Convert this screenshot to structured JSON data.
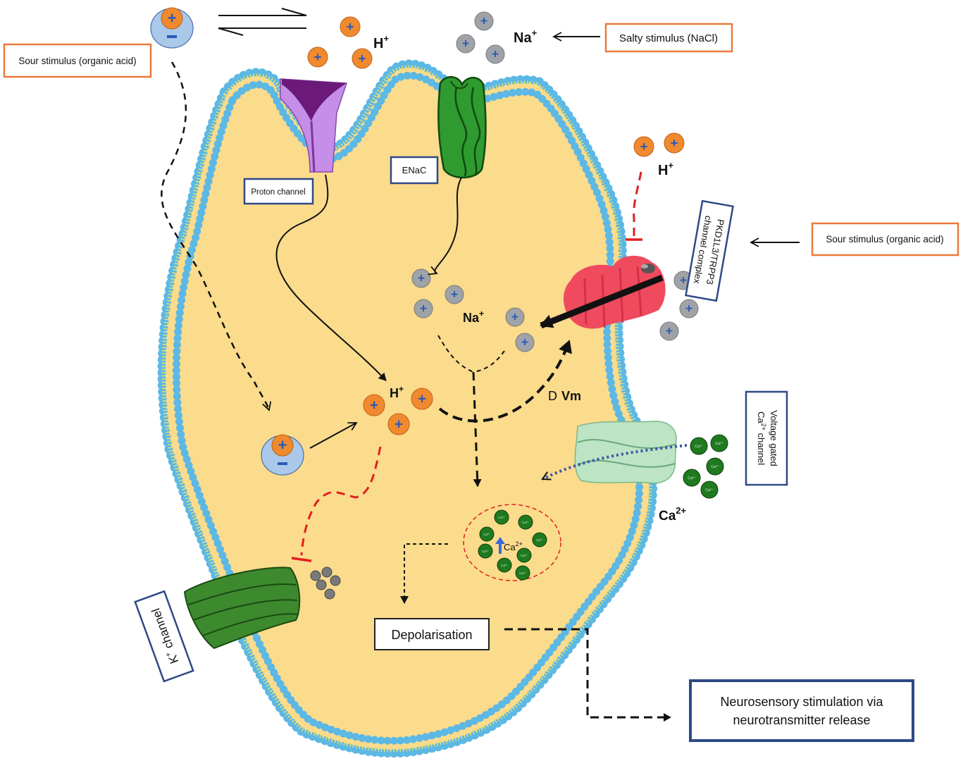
{
  "labels": {
    "sour_stimulus_left": "Sour stimulus (organic acid)",
    "sour_stimulus_right": "Sour stimulus (organic acid)",
    "salty_stimulus": "Salty stimulus (NaCl)",
    "proton_channel": "Proton channel",
    "enac": "ENaC",
    "pkd_line1": "PKD1L3/TRPP3",
    "pkd_line2": "channel complex",
    "vgcc_line1": "Voltage gated",
    "vgcc_line2_pre": "Ca",
    "vgcc_line2_sup": "2+",
    "vgcc_line2_post": " channel",
    "k_channel_pre": "K",
    "k_channel_sup": "+",
    "k_channel_post": " channel",
    "depolarisation": "Depolarisation",
    "neuro_line1": "Neurosensory stimulation via",
    "neuro_line2": "neurotransmitter release"
  },
  "ions": {
    "h_base": "H",
    "h_sup": "+",
    "na_base": "Na",
    "na_sup": "+",
    "ca_base": "Ca",
    "ca_sup": "2+",
    "plus": "+",
    "minus": "−",
    "ca_small": "Ca²⁺",
    "dvm_d": "D",
    "dvm_vm": "Vm"
  },
  "colors": {
    "cytoplasm": "#fbdb8c",
    "membrane_bead": "#5cb8e4",
    "membrane_tail": "#f4ec6a",
    "proton_ion": "#f08a2e",
    "sodium_ion": "#9fa3a8",
    "calcium_ion": "#1f7a1f",
    "anion_blue": "#a9c8ea",
    "orange_box": "#ea7a3a",
    "navy_box": "#2e4a86",
    "red_inhibit": "#e02020",
    "proton_channel": "#c58ee8",
    "proton_channel_dark": "#6b1a7a",
    "enac": "#2f9a2f",
    "pkd": "#f04a5e",
    "vgcc": "#bde4c4",
    "k_channel": "#3d8a2e"
  }
}
